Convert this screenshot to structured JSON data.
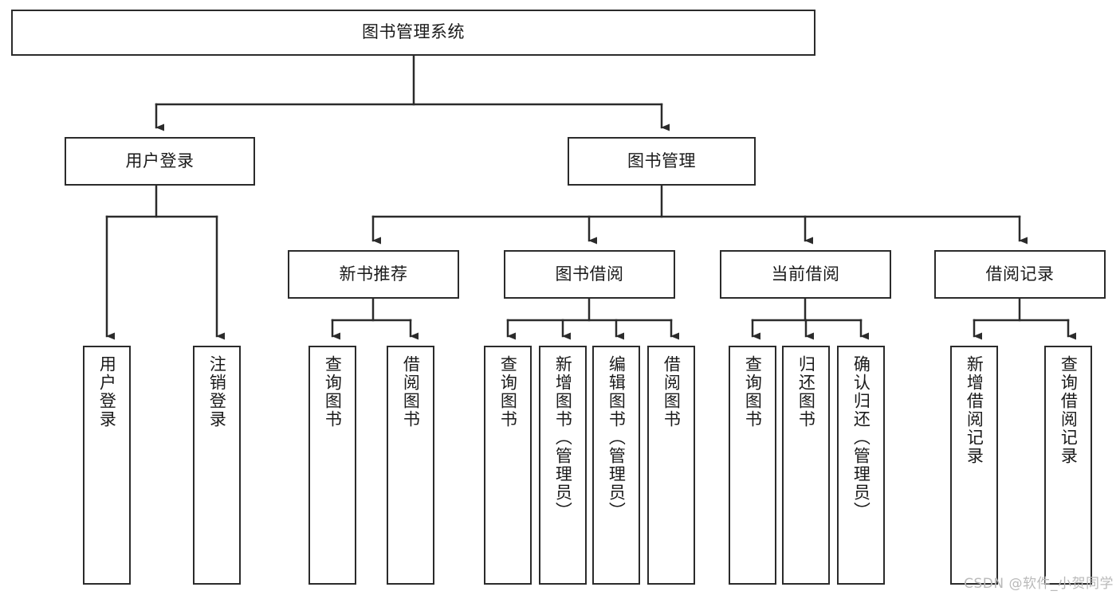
{
  "diagram": {
    "type": "tree-hierarchy",
    "root": {
      "id": "root",
      "label": "图书管理系统"
    },
    "level2": [
      {
        "id": "user-login",
        "label": "用户登录"
      },
      {
        "id": "book-management",
        "label": "图书管理"
      }
    ],
    "level3": [
      {
        "id": "new-book-recommend",
        "label": "新书推荐",
        "parent": "book-management"
      },
      {
        "id": "book-borrow",
        "label": "图书借阅",
        "parent": "book-management"
      },
      {
        "id": "current-borrow",
        "label": "当前借阅",
        "parent": "book-management"
      },
      {
        "id": "borrow-record",
        "label": "借阅记录",
        "parent": "book-management"
      }
    ],
    "leaves": {
      "user_login": [
        {
          "id": "leaf-user-login",
          "label": "用户登录"
        },
        {
          "id": "leaf-user-logout",
          "label": "注销登录"
        }
      ],
      "new_book_recommend": [
        {
          "id": "leaf-query-book-1",
          "label": "查询图书"
        },
        {
          "id": "leaf-borrow-book-1",
          "label": "借阅图书"
        }
      ],
      "book_borrow": [
        {
          "id": "leaf-query-book-2",
          "label": "查询图书"
        },
        {
          "id": "leaf-add-book",
          "label": "新增图书（管理员）"
        },
        {
          "id": "leaf-edit-book",
          "label": "编辑图书（管理员）"
        },
        {
          "id": "leaf-borrow-book-2",
          "label": "借阅图书"
        }
      ],
      "current_borrow": [
        {
          "id": "leaf-query-book-3",
          "label": "查询图书"
        },
        {
          "id": "leaf-return-book",
          "label": "归还图书"
        },
        {
          "id": "leaf-confirm-return",
          "label": "确认归还（管理员）"
        }
      ],
      "borrow_record": [
        {
          "id": "leaf-add-record",
          "label": "新增借阅记录"
        },
        {
          "id": "leaf-query-record",
          "label": "查询借阅记录"
        }
      ]
    },
    "colors": {
      "stroke": "#2b2b2b",
      "background": "#ffffff",
      "text": "#1a1a1a",
      "watermark": "#b9b9b9"
    }
  },
  "watermark": {
    "text": "CSDN @软件_小贺同学"
  }
}
